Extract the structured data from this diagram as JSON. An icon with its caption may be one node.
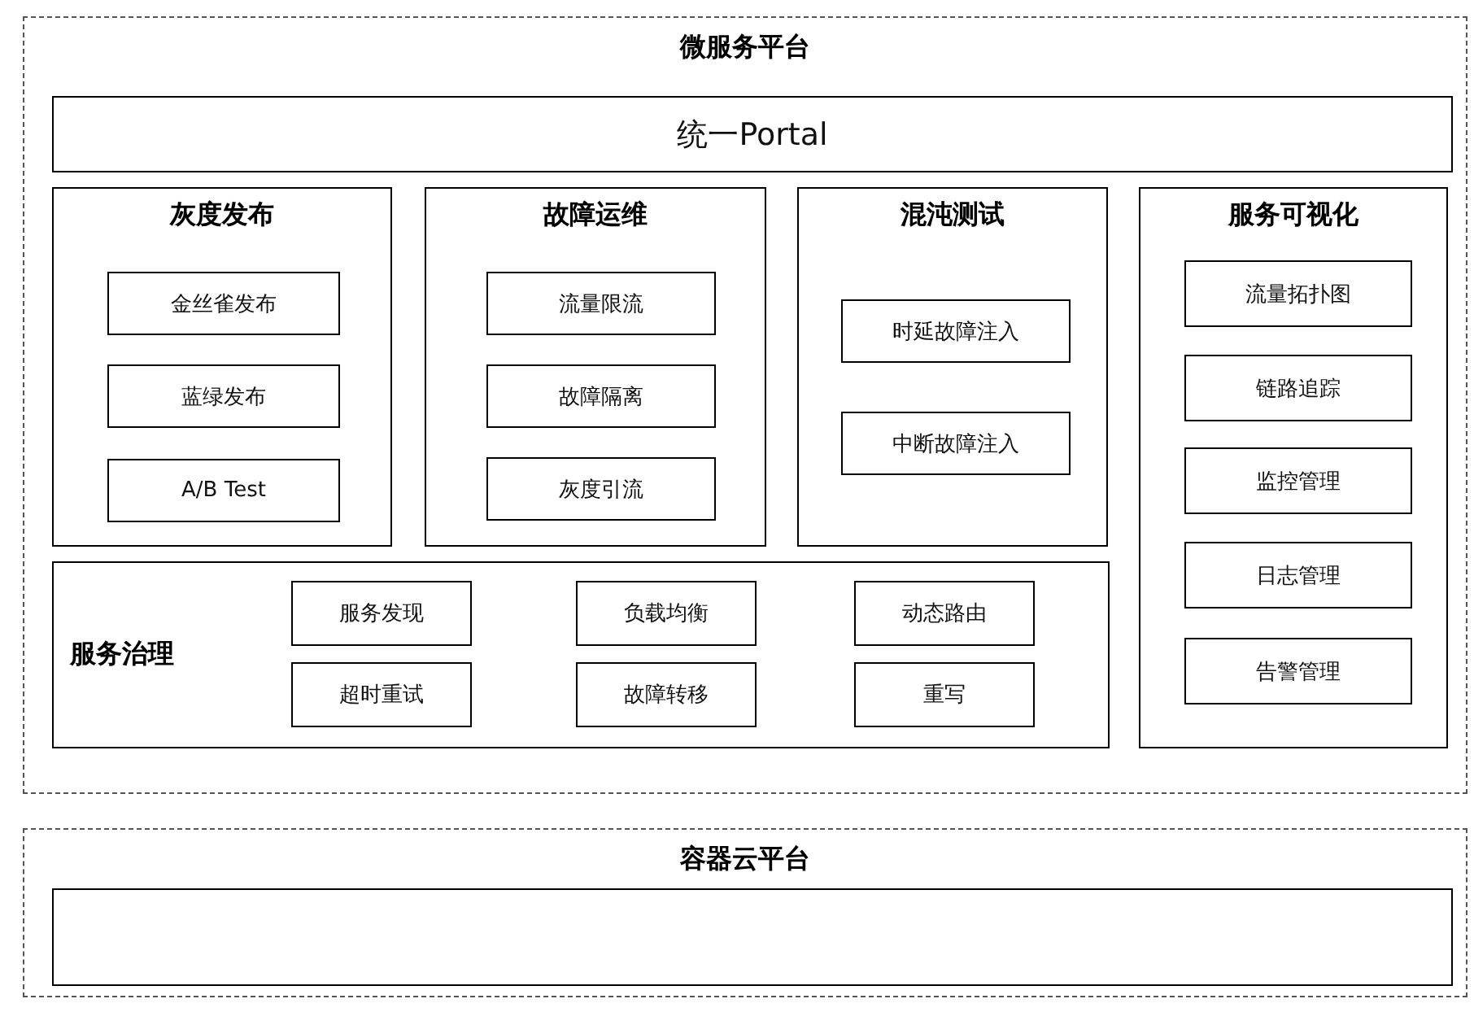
{
  "diagram": {
    "nodes": [
      {
        "text": [
          "微服务平台"
        ]
      },
      {
        "text": [
          "统一Portal"
        ],
        "in": 0
      },
      {
        "text": [
          "灰度发布"
        ],
        "in": 0
      },
      {
        "text": [
          "金丝雀发布"
        ],
        "in": 2
      },
      {
        "text": [
          "蓝绿发布"
        ],
        "in": 2
      },
      {
        "text": [
          "A/B Test"
        ],
        "in": 2
      },
      {
        "text": [
          "故障运维"
        ],
        "in": 0
      },
      {
        "text": [
          "流量限流"
        ],
        "in": 6
      },
      {
        "text": [
          "故障隔离"
        ],
        "in": 6
      },
      {
        "text": [
          "灰度引流"
        ],
        "in": 6
      },
      {
        "text": [
          "混沌测试"
        ],
        "in": 0
      },
      {
        "text": [
          "时延故障注入"
        ],
        "in": 10
      },
      {
        "text": [
          "中断故障注入"
        ],
        "in": 10
      },
      {
        "text": [
          "服务可视化"
        ],
        "in": 0
      },
      {
        "text": [
          "流量拓扑图"
        ],
        "in": 13
      },
      {
        "text": [
          "链路追踪"
        ],
        "in": 13
      },
      {
        "text": [
          "监控管理"
        ],
        "in": 13
      },
      {
        "text": [
          "日志管理"
        ],
        "in": 13
      },
      {
        "text": [
          "告警管理"
        ],
        "in": 13
      },
      {
        "text": [
          "服务治理"
        ],
        "in": 0
      },
      {
        "text": [
          "服务发现"
        ],
        "in": 19
      },
      {
        "text": [
          "负载均衡"
        ],
        "in": 19
      },
      {
        "text": [
          "动态路由"
        ],
        "in": 19
      },
      {
        "text": [
          "超时重试"
        ],
        "in": 19
      },
      {
        "text": [
          "故障转移"
        ],
        "in": 19
      },
      {
        "text": [
          "重写"
        ],
        "in": 19
      },
      {
        "text": [
          "容器云平台"
        ]
      },
      {
        "text": [],
        "shape": "box",
        "in": 26
      }
    ]
  }
}
